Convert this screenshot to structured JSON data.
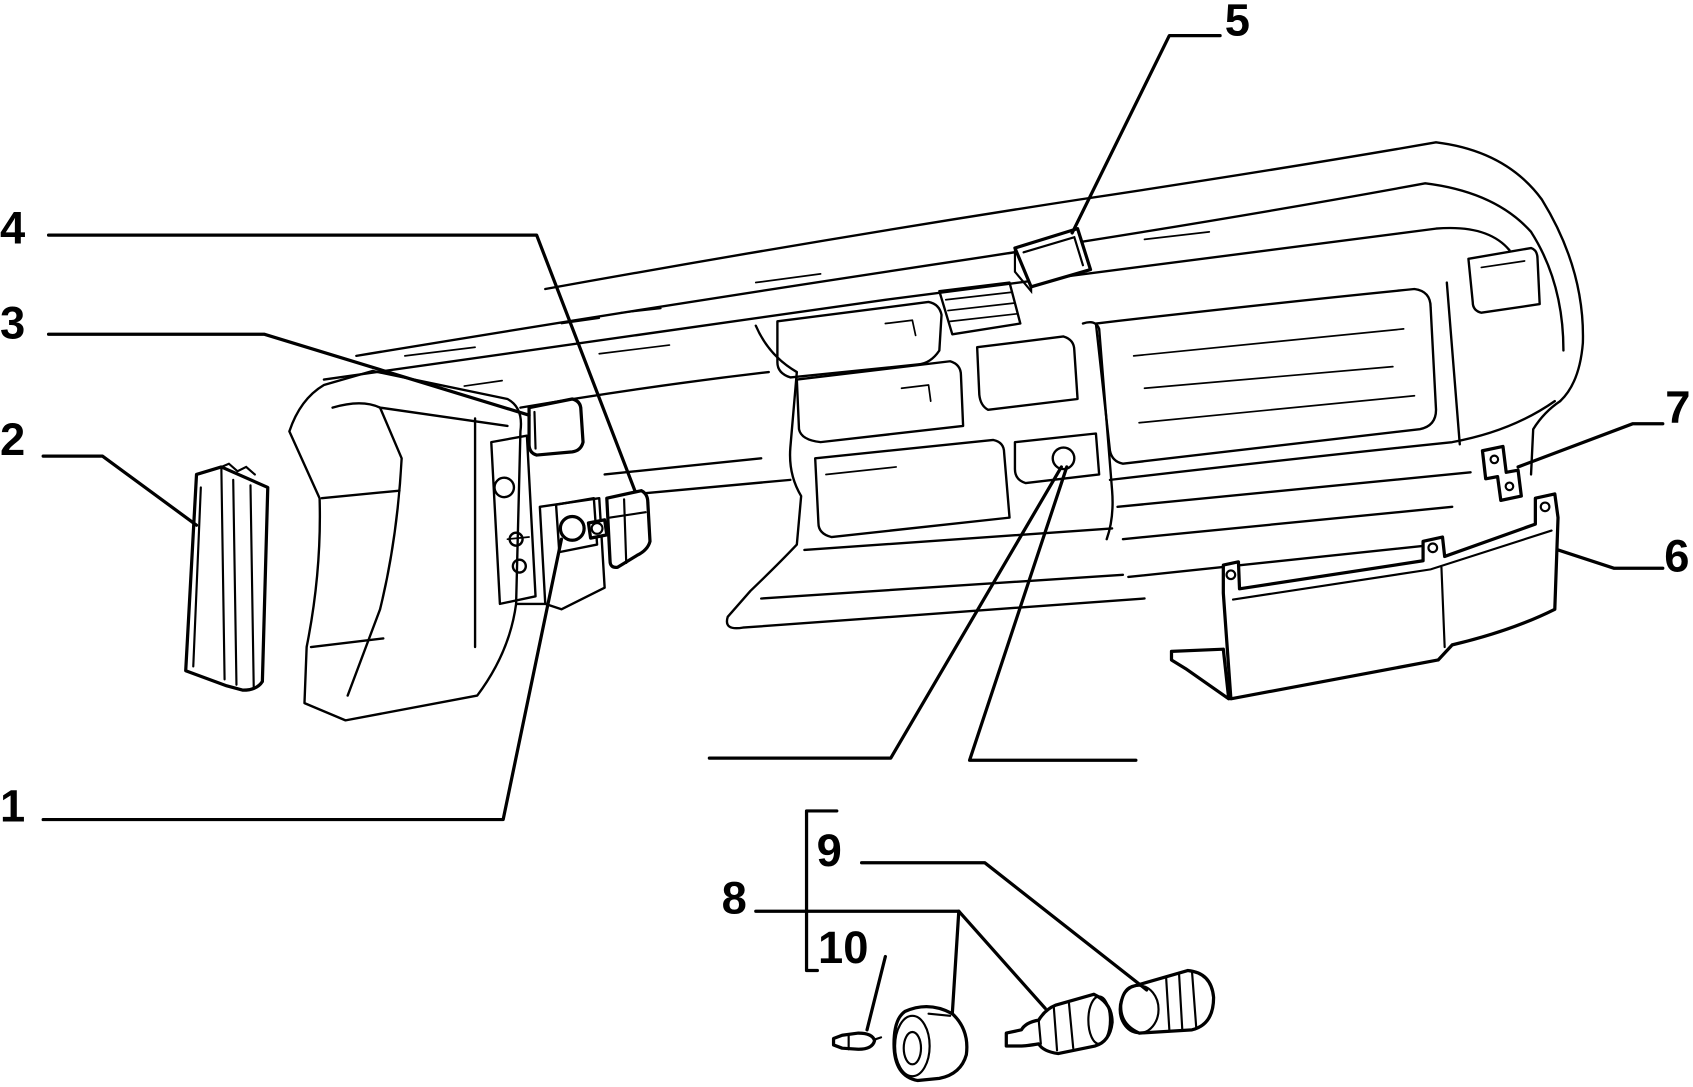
{
  "diagram": {
    "callouts": [
      "1",
      "2",
      "3",
      "4",
      "5",
      "6",
      "7",
      "8",
      "9",
      "10"
    ]
  },
  "colors": {
    "line": "#000000",
    "background": "#ffffff"
  }
}
